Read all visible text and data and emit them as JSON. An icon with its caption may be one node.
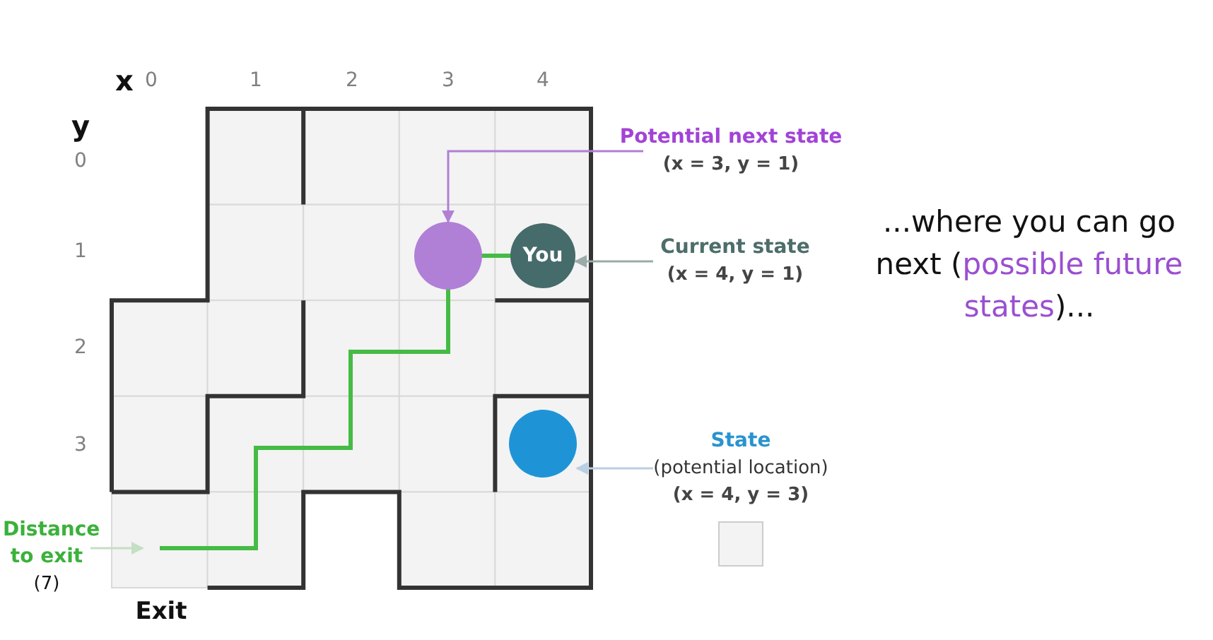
{
  "diagram": {
    "nodes": [
      {
        "text": [
          "Potential next state",
          "(x = 3, y = 1)"
        ]
      },
      {
        "text": [],
        "shape": "circle"
      },
      {
        "text": [
          "Current state",
          "(x = 4, y = 1)"
        ]
      },
      {
        "text": [
          "You"
        ]
      },
      {
        "text": [
          "State",
          "(potential location)",
          "(x = 4, y = 3)"
        ]
      },
      {
        "text": [],
        "shape": "circle"
      },
      {
        "text": [],
        "shape": "box"
      },
      {
        "text": [
          "Distance to exit",
          "(7)"
        ]
      }
    ],
    "edges": [
      {
        "from": 0,
        "to": 1,
        "arrow": "to",
        "color": "#b07fd6"
      },
      {
        "from": 2,
        "to": 3,
        "arrow": "to",
        "color": "#9aaba8"
      },
      {
        "from": 4,
        "to": 5,
        "arrow": "to",
        "color": "#b9cfe3"
      },
      {
        "from": 7,
        "to": null,
        "arrow": "to",
        "color": "#c4dfc2"
      }
    ],
    "labels": [
      "x",
      "0",
      "1",
      "2",
      "3",
      "4",
      "y",
      "0",
      "1",
      "2",
      "3",
      "Exit",
      "...where you can go next (*possible future states*)..."
    ]
  }
}
